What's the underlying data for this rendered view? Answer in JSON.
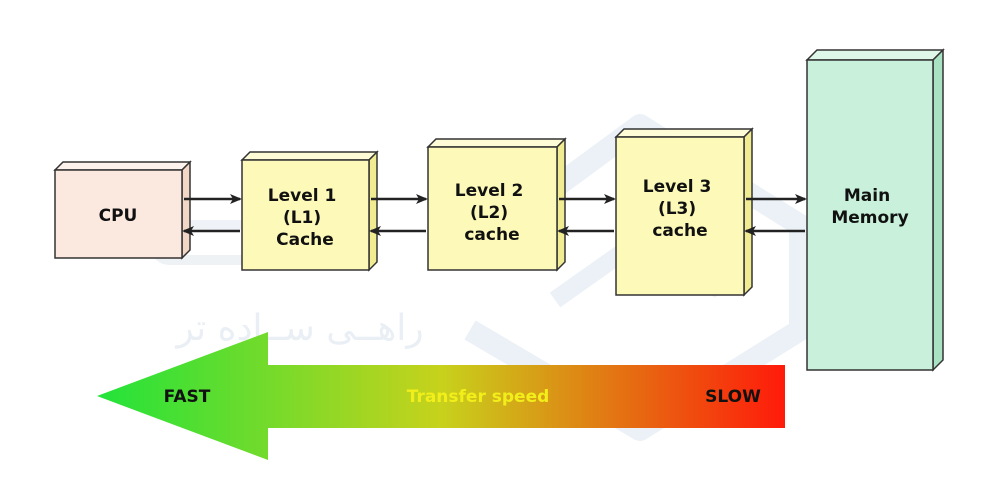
{
  "diagram": {
    "nodes": {
      "cpu": {
        "lines": [
          "CPU"
        ],
        "fill": "#fbe9df",
        "top": "#fdf3ec",
        "side": "#f2d6c6"
      },
      "l1": {
        "lines": [
          "Level 1",
          "(L1)",
          "Cache"
        ],
        "fill": "#fdfab9",
        "top": "#fefcd6",
        "side": "#f1ec92"
      },
      "l2": {
        "lines": [
          "Level 2",
          "(L2)",
          "cache"
        ],
        "fill": "#fdfab9",
        "top": "#fefcd6",
        "side": "#f1ec92"
      },
      "l3": {
        "lines": [
          "Level 3",
          "(L3)",
          "cache"
        ],
        "fill": "#fdfab9",
        "top": "#fefcd6",
        "side": "#f1ec92"
      },
      "main": {
        "lines": [
          "Main",
          "Memory"
        ],
        "fill": "#c9f0da",
        "top": "#def7e8",
        "side": "#a9e2c2"
      }
    },
    "speed_arrow": {
      "label": "Transfer speed",
      "left_label": "FAST",
      "right_label": "SLOW",
      "gradient": [
        "#22e33a",
        "#c7d21c",
        "#ff1a0a"
      ],
      "label_color": "#f2ee1a"
    },
    "watermark": {
      "text": "راهــی ســاده تر",
      "color": "#d8e2ec"
    }
  }
}
